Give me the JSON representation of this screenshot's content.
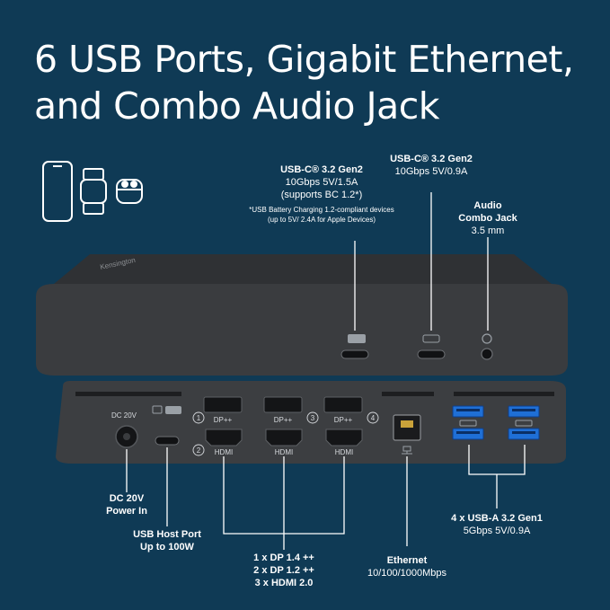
{
  "headline": {
    "line1": "6 USB Ports, Gigabit Ethernet,",
    "line2": "and Combo Audio Jack"
  },
  "brand": "Kensington",
  "front_labels": {
    "usbc_left": {
      "title": "USB-C® 3.2 Gen2",
      "line1": "10Gbps  5V/1.5A",
      "line2": "(supports BC 1.2*)",
      "note1": "*USB Battery Charging 1.2-compliant devices",
      "note2": "(up to 5V/ 2.4A for Apple Devices)"
    },
    "usbc_right": {
      "title": "USB-C® 3.2 Gen2",
      "line1": "10Gbps  5V/0.9A"
    },
    "audio": {
      "title1": "Audio",
      "title2": "Combo Jack",
      "line1": "3.5 mm"
    }
  },
  "back_labels": {
    "dc": {
      "title1": "DC 20V",
      "title2": "Power In",
      "port_text": "DC 20V"
    },
    "host": {
      "title1": "USB Host Port",
      "title2": "Up to 100W"
    },
    "video": {
      "line1": "1  x  DP 1.4 ++",
      "line2": "2  x  DP 1.2 ++",
      "line3": "3  x  HDMI 2.0"
    },
    "ethernet": {
      "title": "Ethernet",
      "line1": "10/100/1000Mbps"
    },
    "usba": {
      "title": "4 x USB-A 3.2 Gen1",
      "line1": "5Gbps 5V/0.9A"
    }
  },
  "port_markings": {
    "dp": "DP++",
    "hdmi": "HDMI",
    "n1": "1",
    "n2": "2",
    "n3": "3",
    "n4": "4"
  },
  "device_icons": [
    "phone-icon",
    "watch-icon",
    "earbuds-icon"
  ],
  "colors": {
    "background": "#0f3a55",
    "dock": "#3c3e41",
    "port_blue": "#1f6fd6"
  }
}
